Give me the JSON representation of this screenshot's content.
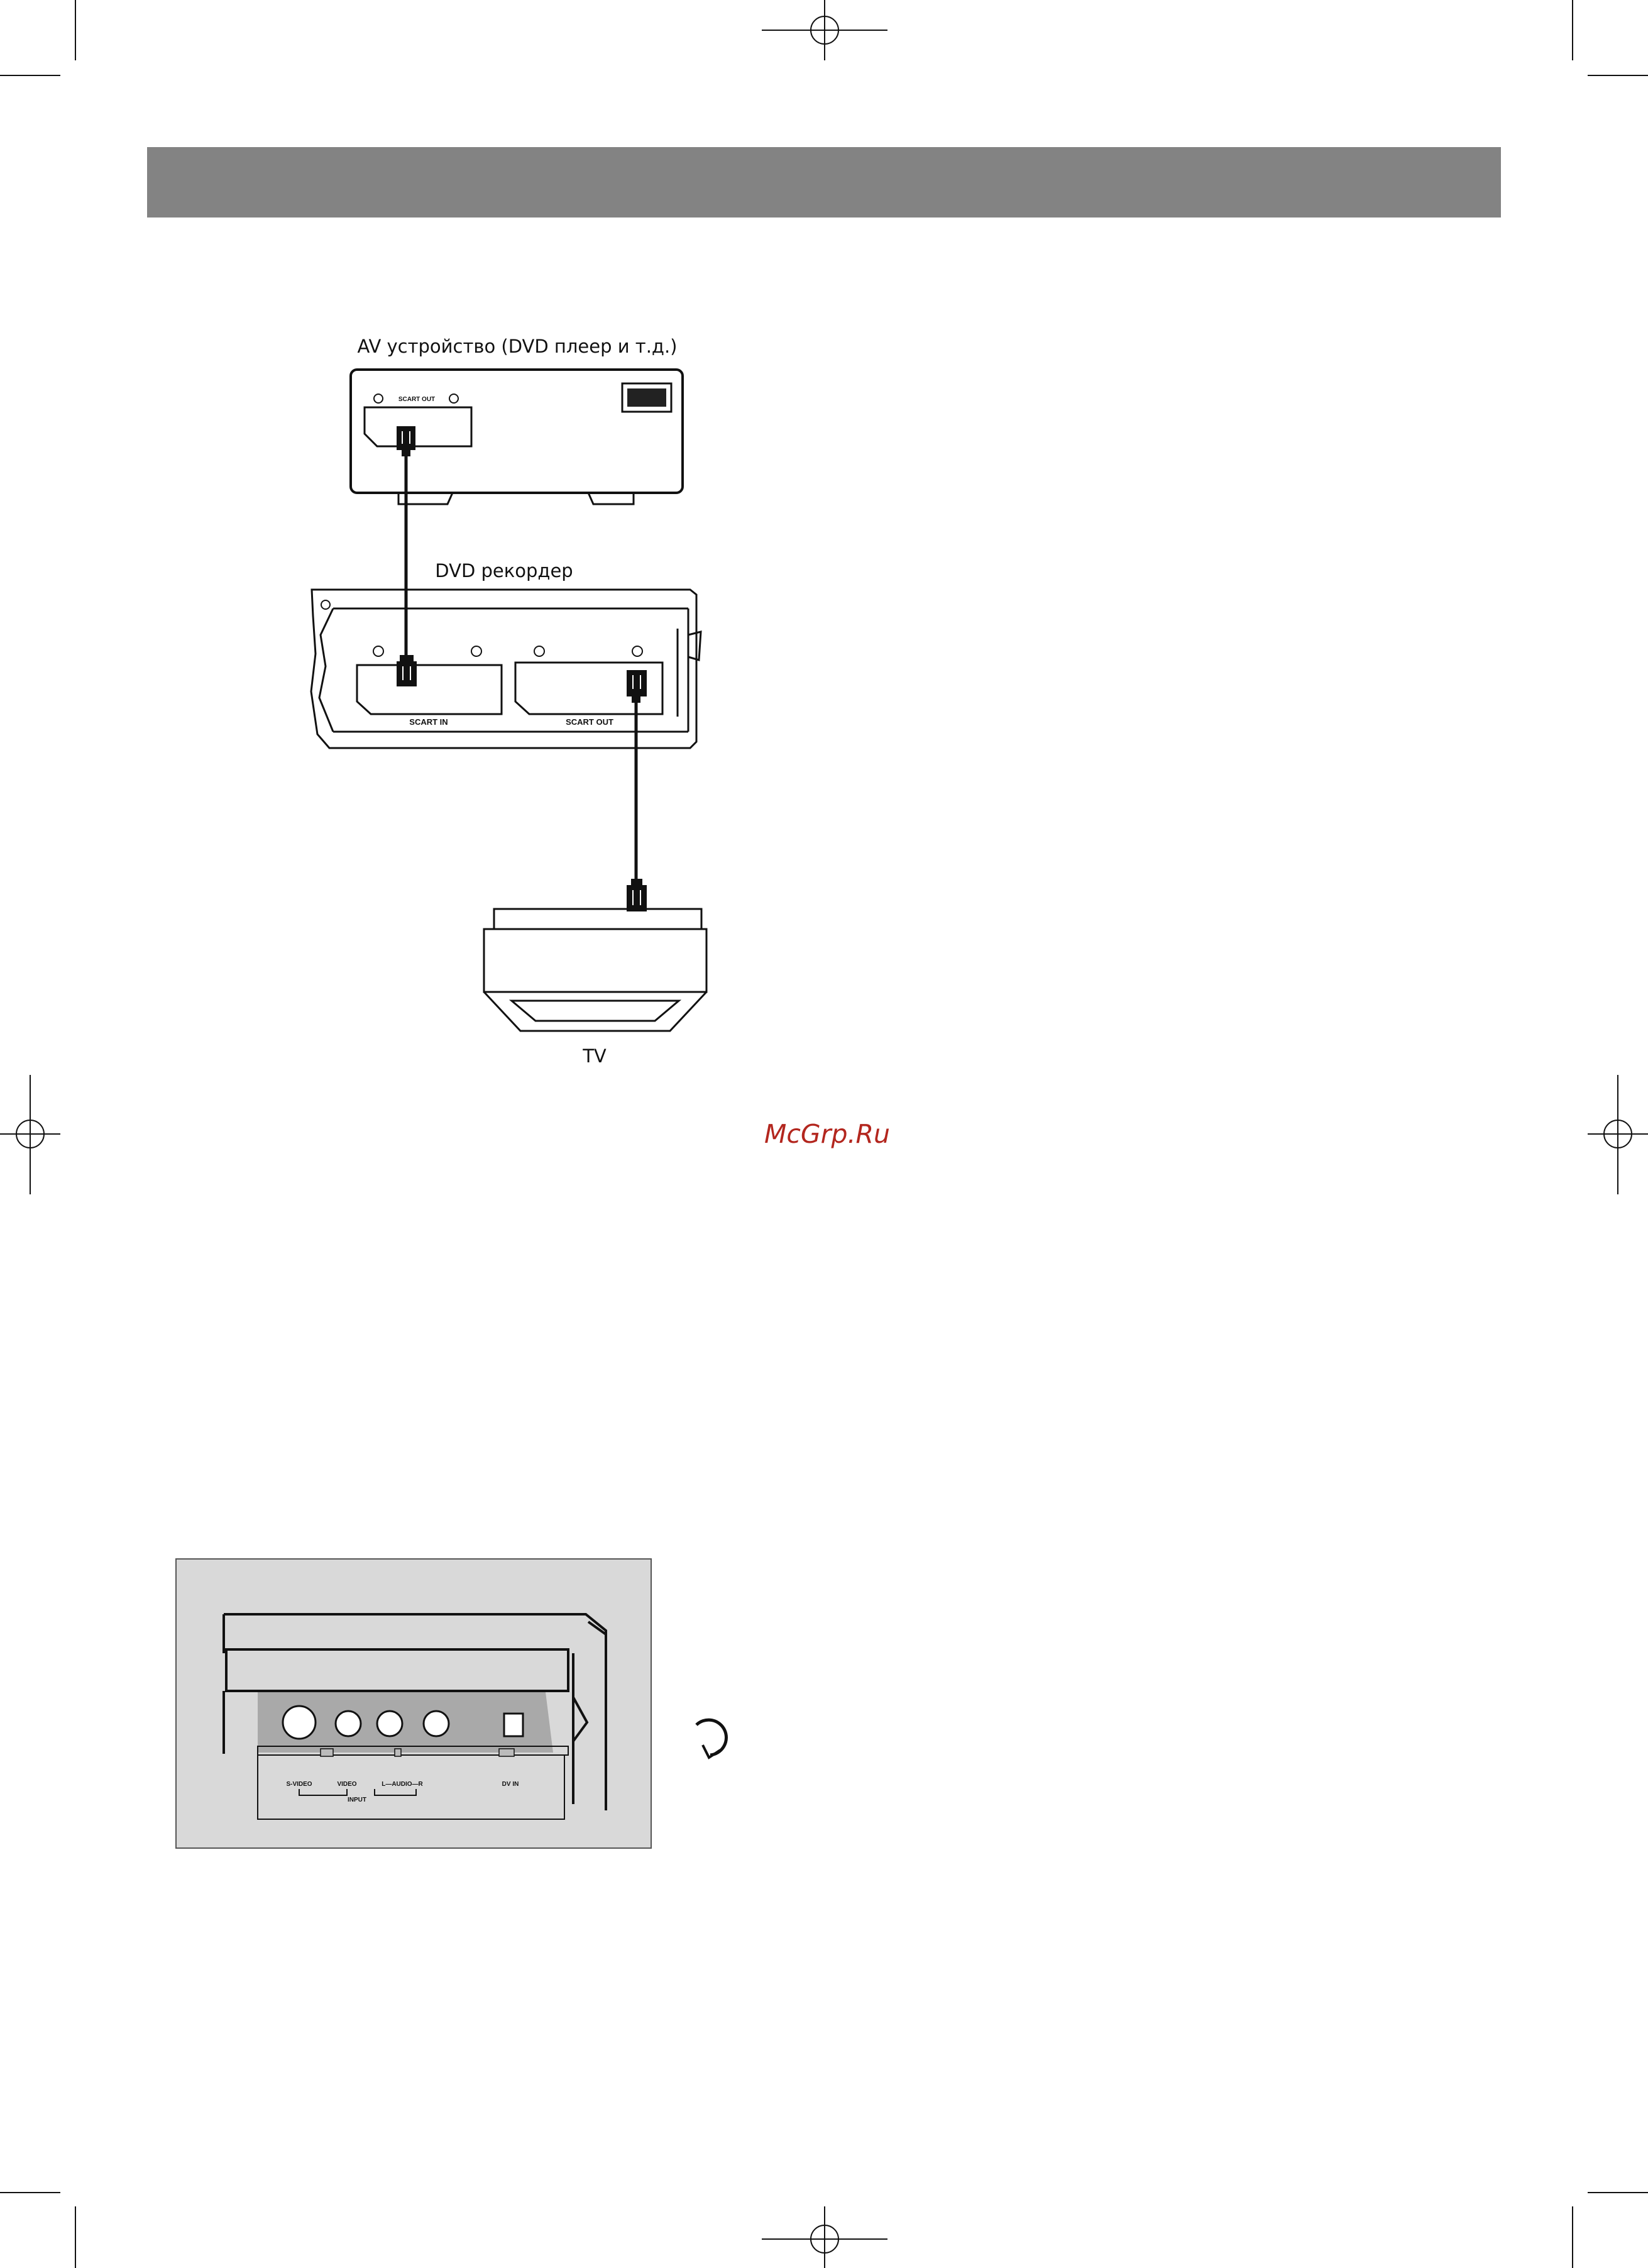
{
  "colors": {
    "header_band": "#838383",
    "panel_bg": "#d9d9d9",
    "inner_panel": "#a9a9a9",
    "line": "#111111",
    "watermark": "#b3261e"
  },
  "diagram": {
    "av_device": {
      "title": "AV устройство (DVD плеер и т.д.)",
      "port_label": "SCART OUT"
    },
    "dvd_recorder": {
      "title": "DVD рекордер",
      "port_in_label": "SCART IN",
      "port_out_label": "SCART OUT"
    },
    "tv": {
      "title": "TV"
    }
  },
  "watermark": "McGrp.Ru",
  "front_panel": {
    "labels": {
      "svideo": "S-VIDEO",
      "video": "VIDEO",
      "audio": "L—AUDIO—R",
      "dvin": "DV IN",
      "input": "INPUT"
    },
    "rotate_icon": "rotate-arrow-icon"
  }
}
